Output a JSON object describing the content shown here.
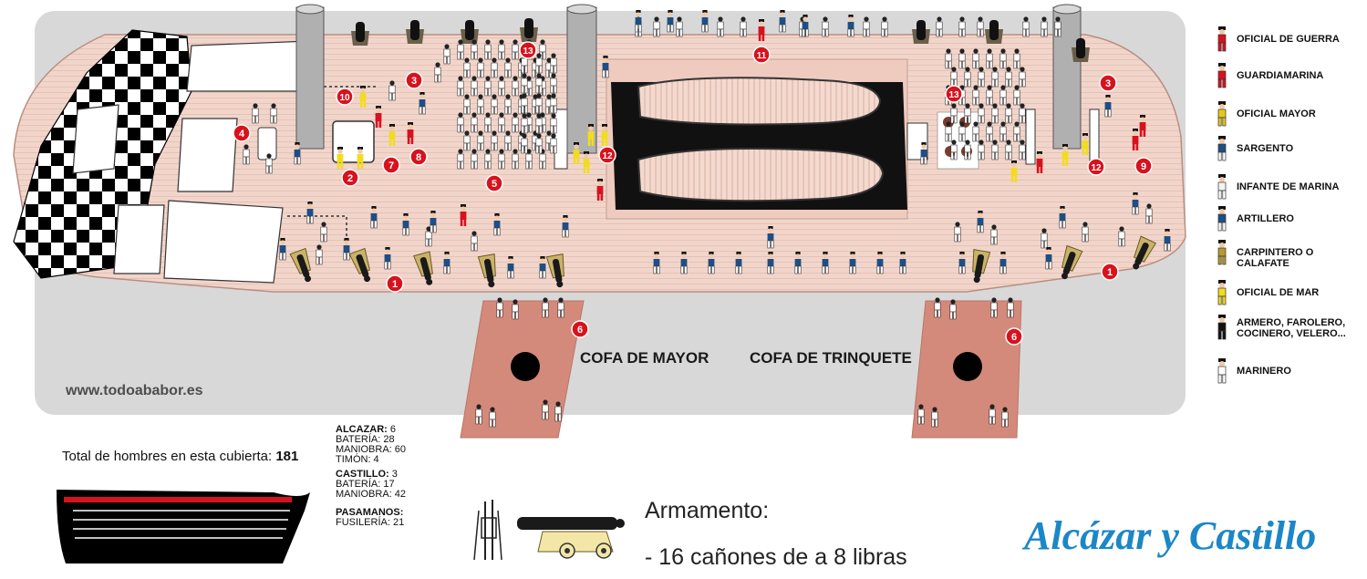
{
  "site_url": "www.todoababor.es",
  "cofa_mayor_label": "COFA DE MAYOR",
  "cofa_trinquete_label": "COFA DE TRINQUETE",
  "total": {
    "label": "Total de hombres en esta cubierta: ",
    "value": "181"
  },
  "alcazar": {
    "title": "ALCAZAR:",
    "title_value": " 6",
    "lines": [
      "BATERÍA: 28",
      "MANIOBRA: 60",
      "TIMÓN: 4"
    ]
  },
  "castillo": {
    "title": "CASTILLO:",
    "title_value": " 3",
    "lines": [
      "BATERÍA: 17",
      "MANIOBRA: 42"
    ]
  },
  "pasamanos": {
    "title": "PASAMANOS:",
    "lines": [
      "FUSILERÍA: 21"
    ]
  },
  "armamento_title": "Armamento:",
  "armamento_item": "- 16 cañones de a 8 libras",
  "page_title": "Alcázar y Castillo",
  "legend": [
    {
      "label": "OFICIAL DE GUERRA",
      "color": "#d7121e",
      "icon": "officer-figure-icon"
    },
    {
      "label": "GUARDIAMARINA",
      "color": "#d7121e",
      "icon": "midshipman-figure-icon"
    },
    {
      "label": "OFICIAL MAYOR",
      "color": "#e7c81a",
      "icon": "major-officer-figure-icon"
    },
    {
      "label": "SARGENTO",
      "color": "#1d4e86",
      "icon": "sergeant-figure-icon"
    },
    {
      "label": "INFANTE DE MARINA",
      "color": "#f2f2f2",
      "icon": "marine-infantry-figure-icon"
    },
    {
      "label": "ARTILLERO",
      "color": "#1d4e86",
      "icon": "gunner-figure-icon"
    },
    {
      "label": "CARPINTERO O CALAFATE",
      "color": "#b79a2c",
      "icon": "carpenter-figure-icon"
    },
    {
      "label": "OFICIAL DE MAR",
      "color": "#f2dc1f",
      "icon": "petty-officer-figure-icon"
    },
    {
      "label": "ARMERO, FAROLERO, COCINERO, VELERO...",
      "color": "#111111",
      "icon": "armourer-figure-icon"
    },
    {
      "label": "MARINERO",
      "color": "#ffffff",
      "icon": "sailor-figure-icon"
    }
  ],
  "markers": [
    "1",
    "1",
    "2",
    "3",
    "3",
    "4",
    "5",
    "6",
    "6",
    "7",
    "8",
    "9",
    "10",
    "11",
    "12",
    "12",
    "13",
    "13"
  ],
  "colors": {
    "deck": "#f1d5cb",
    "frame": "#d8d8d8",
    "cofa": "#d48a7b",
    "marker": "#d8121d",
    "title": "#1b87c6",
    "navy": "#1d4e86"
  }
}
